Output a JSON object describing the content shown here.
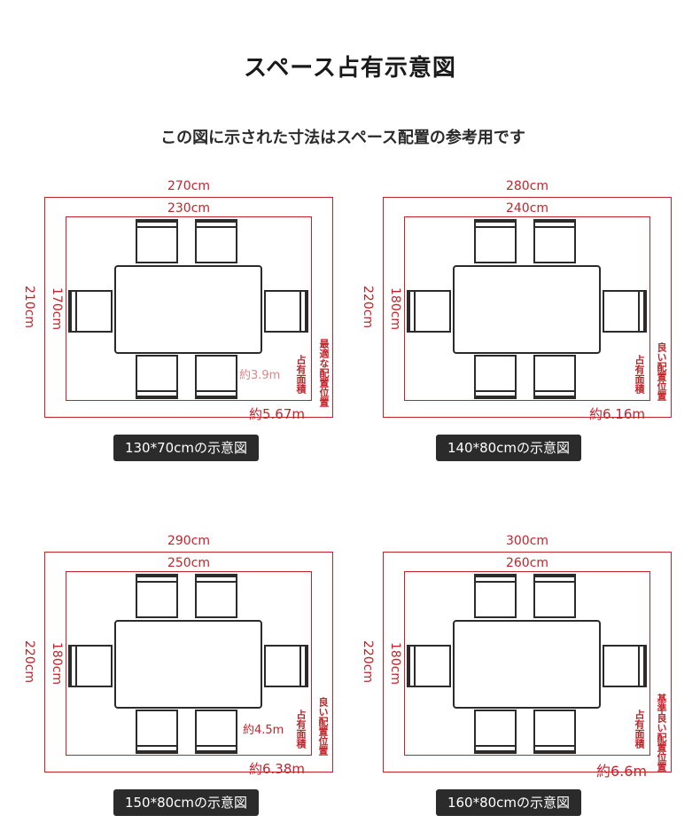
{
  "title": "スペース占有示意図",
  "subtitle": "この図に示された寸法はスペース配置の参考用です",
  "panels": [
    {
      "outer_width": "270cm",
      "inner_width": "230cm",
      "outer_height": "210cm",
      "inner_height": "170cm",
      "area_small": "約3.9m",
      "area_big": "約5.67m",
      "note_area": "占有面積",
      "note_quality": "最適な配置位置",
      "caption": "130*70cmの示意図"
    },
    {
      "outer_width": "280cm",
      "inner_width": "240cm",
      "outer_height": "220cm",
      "inner_height": "180cm",
      "area_small": "",
      "area_big": "約6.16m",
      "note_area": "占有面積",
      "note_quality": "良い配置位置",
      "caption": "140*80cmの示意図"
    },
    {
      "outer_width": "290cm",
      "inner_width": "250cm",
      "outer_height": "220cm",
      "inner_height": "180cm",
      "area_small": "約4.5m",
      "area_big": "約6.38m",
      "note_area": "占有面積",
      "note_quality": "良い配置位置",
      "caption": "150*80cmの示意図"
    },
    {
      "outer_width": "300cm",
      "inner_width": "260cm",
      "outer_height": "220cm",
      "inner_height": "180cm",
      "area_small": "",
      "area_big": "約6.6m",
      "note_area": "占有面積",
      "note_quality": "基準良い配置位置",
      "caption": "160*80cmの示意図"
    }
  ],
  "colors": {
    "dimension_red": "#c3242a",
    "furniture": "#2b2b2b",
    "caption_bg": "#2b2b2b"
  }
}
